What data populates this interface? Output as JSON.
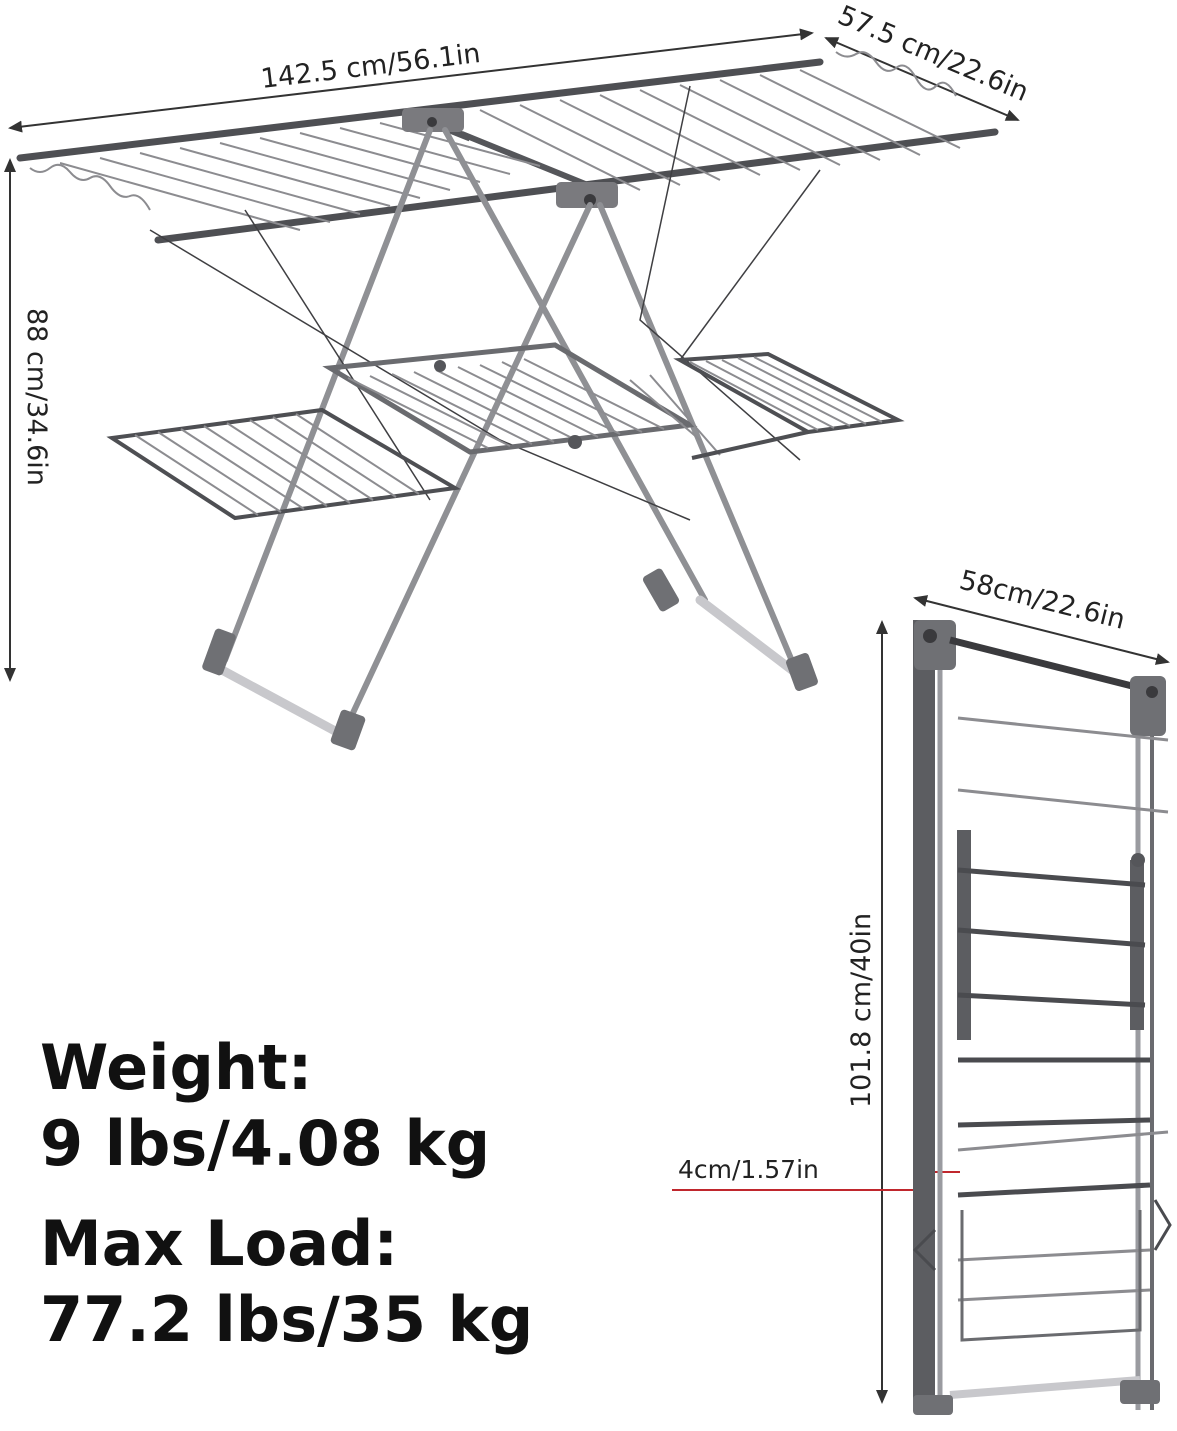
{
  "dimensions": {
    "length": "142.5 cm/56.1in",
    "depth": "57.5 cm/22.6in",
    "height": "88 cm/34.6in",
    "folded_width": "58cm/22.6in",
    "folded_height": "101.8 cm/40in",
    "folded_thickness": "4cm/1.57in"
  },
  "specs": {
    "weight_label": "Weight:",
    "weight_value": "9 lbs/4.08 kg",
    "load_label": "Max Load:",
    "load_value": "77.2 lbs/35 kg"
  },
  "colors": {
    "frame": "#7a7a7e",
    "frame_dark": "#55565a",
    "wire": "#8c8c90",
    "accent_line": "#c0272d"
  }
}
